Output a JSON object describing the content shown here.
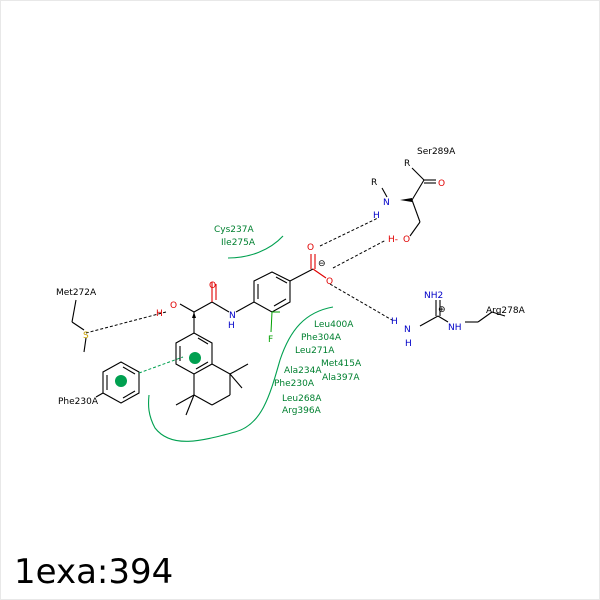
{
  "title": "1exa:394",
  "colors": {
    "bond": "#000000",
    "oxygen": "#e00000",
    "nitrogen": "#0000c8",
    "fluorine": "#00a000",
    "sulfur": "#c8a000",
    "hydrophobic": "#008040",
    "pi_center": "#00a050"
  },
  "residues": {
    "ser289": "Ser289A",
    "arg278": "Arg278A",
    "met272": "Met272A",
    "phe230": "Phe230A"
  },
  "hydrophobic_contacts": {
    "group_top": [
      "Cys237A",
      "Ile275A"
    ],
    "group_right": [
      "Leu400A",
      "Phe304A",
      "Leu271A",
      "Met415A",
      "Ala397A",
      "Ala234A",
      "Phe230A",
      "Leu268A",
      "Arg396A"
    ]
  },
  "atoms": {
    "oxygen": "O",
    "nitrogen": "N",
    "hydrogen": "H",
    "fluorine": "F",
    "sulfur": "S",
    "r_group": "R",
    "nh2": "NH2",
    "nh": "NH",
    "h_oxygen": "H-",
    "plus": "⊕",
    "minus": "⊖"
  }
}
